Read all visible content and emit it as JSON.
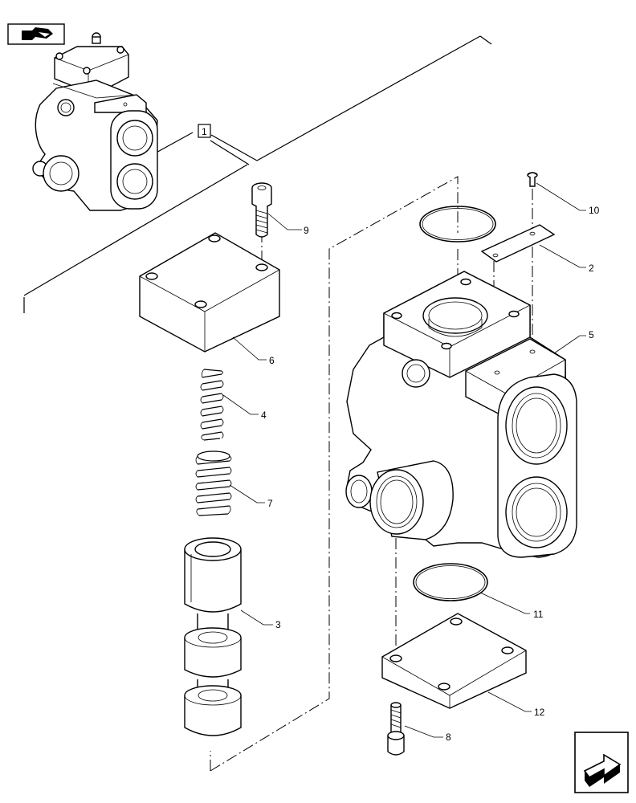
{
  "labels": {
    "assembly_ref": "1",
    "p2": "2",
    "p3": "3",
    "p4": "4",
    "p5": "5",
    "p6": "6",
    "p7": "7",
    "p8": "8",
    "p9": "9",
    "p10": "10",
    "p11": "11",
    "p12": "12"
  },
  "icons": {
    "top_left": "return-to-index-icon",
    "bottom_right": "next-page-arrow-icon"
  }
}
